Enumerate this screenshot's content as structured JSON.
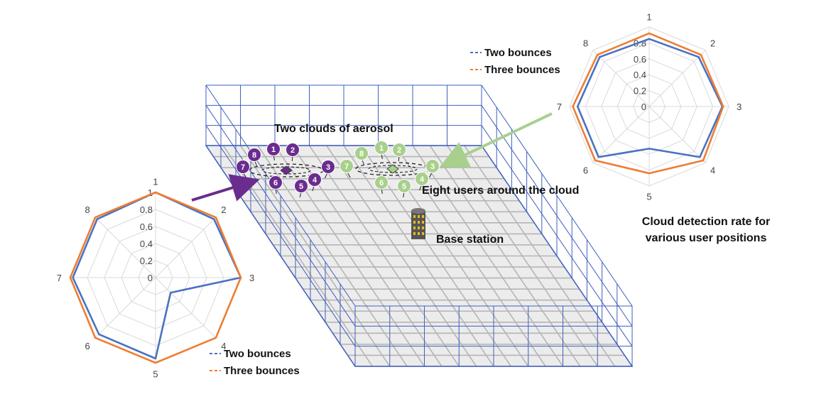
{
  "labels": {
    "clouds": "Two clouds of aerosol",
    "users": "Eight users around the cloud",
    "base": "Base station",
    "caption_line1": "Cloud detection rate for",
    "caption_line2": "various user positions"
  },
  "colors": {
    "purple": "#6a2c8e",
    "green": "#a8d08d",
    "blue": "#4a72c2",
    "orange": "#ee7d31",
    "grid": "#3f5fbf"
  },
  "user_ids": [
    "1",
    "2",
    "3",
    "4",
    "5",
    "6",
    "7",
    "8"
  ],
  "chart_data": [
    {
      "type": "radar",
      "axes": [
        "1",
        "2",
        "3",
        "4",
        "5",
        "6",
        "7",
        "8"
      ],
      "rlim": [
        0,
        1
      ],
      "rticks": [
        "0",
        "0.2",
        "0.4",
        "0.6",
        "0.8",
        "1"
      ],
      "legend_position": "bottom-right",
      "series": [
        {
          "name": "Two bounces",
          "color": "#4a72c2",
          "values": [
            1,
            0.97,
            1,
            0.25,
            0.95,
            0.94,
            0.97,
            0.97
          ]
        },
        {
          "name": "Three bounces",
          "color": "#ee7d31",
          "values": [
            1,
            1,
            1,
            1,
            1,
            1,
            1,
            1
          ]
        }
      ]
    },
    {
      "type": "radar",
      "axes": [
        "1",
        "2",
        "3",
        "4",
        "5",
        "6",
        "7",
        "8"
      ],
      "rlim": [
        0,
        1
      ],
      "rticks": [
        "0",
        "0.2",
        "0.4",
        "0.6",
        "0.8"
      ],
      "legend_position": "top-left",
      "series": [
        {
          "name": "Two bounces",
          "color": "#4a72c2",
          "values": [
            0.85,
            0.88,
            0.92,
            0.9,
            0.53,
            0.9,
            0.9,
            0.88
          ]
        },
        {
          "name": "Three bounces",
          "color": "#ee7d31",
          "values": [
            0.92,
            0.92,
            0.93,
            0.96,
            0.84,
            0.96,
            0.96,
            0.92
          ]
        }
      ]
    }
  ]
}
